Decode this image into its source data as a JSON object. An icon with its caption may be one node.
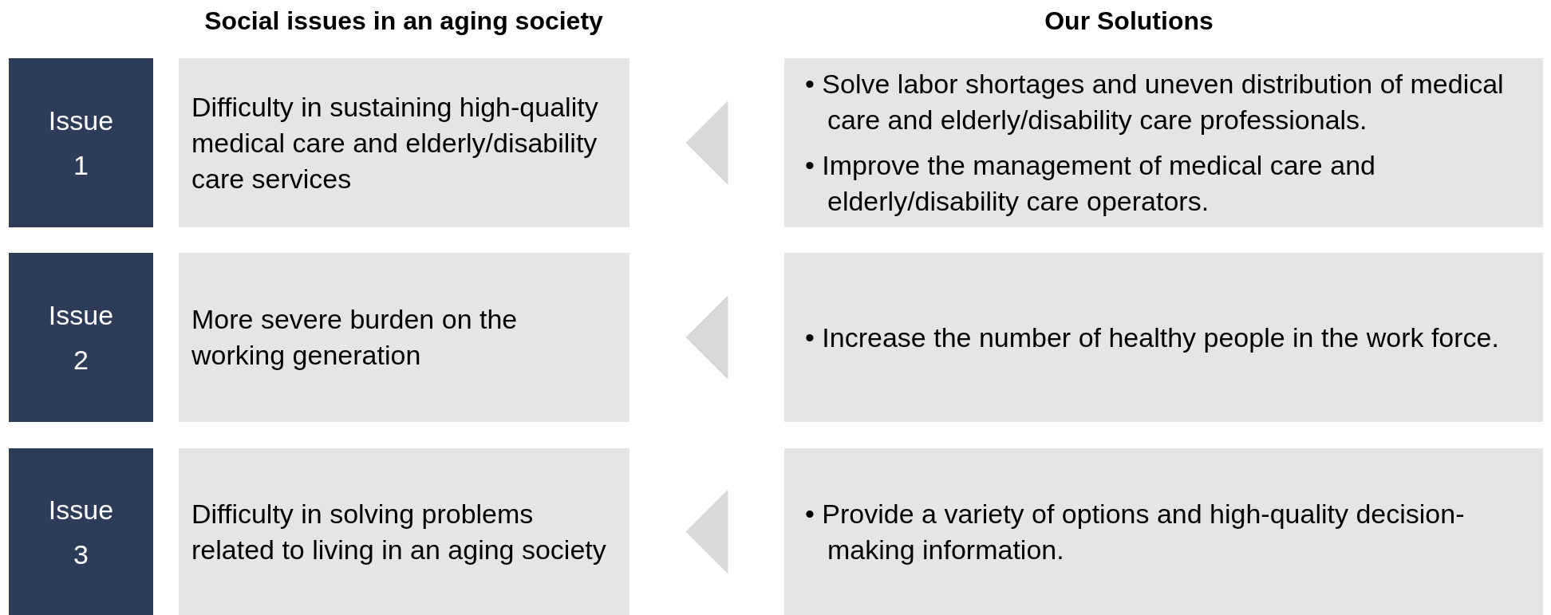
{
  "diagram": {
    "nodes": [
      {
        "text": [
          "Issue 1"
        ]
      },
      {
        "text": [
          "Difficulty in sustaining high-quality medical care and elderly/disability care services"
        ]
      },
      {
        "text": [
          "• Solve labor shortages and uneven distribution of medical care and elderly/disability care professionals.",
          "• Improve the management of medical care and elderly/disability care operators."
        ]
      },
      {
        "text": [
          "Issue 2"
        ]
      },
      {
        "text": [
          "More severe burden on the working generation"
        ]
      },
      {
        "text": [
          "• Increase the number of healthy people in the work force."
        ]
      },
      {
        "text": [
          "Issue 3"
        ]
      },
      {
        "text": [
          "Difficulty in solving problems related to living in an aging society"
        ]
      },
      {
        "text": [
          "• Provide a variety of options and high-quality decision-making information."
        ]
      }
    ],
    "edges": [
      {
        "from": 2,
        "to": 1,
        "arrow": "to"
      },
      {
        "from": 5,
        "to": 4,
        "arrow": "to"
      },
      {
        "from": 8,
        "to": 7,
        "arrow": "to"
      }
    ],
    "labels": [
      "Social issues in an aging society",
      "Our Solutions"
    ]
  }
}
